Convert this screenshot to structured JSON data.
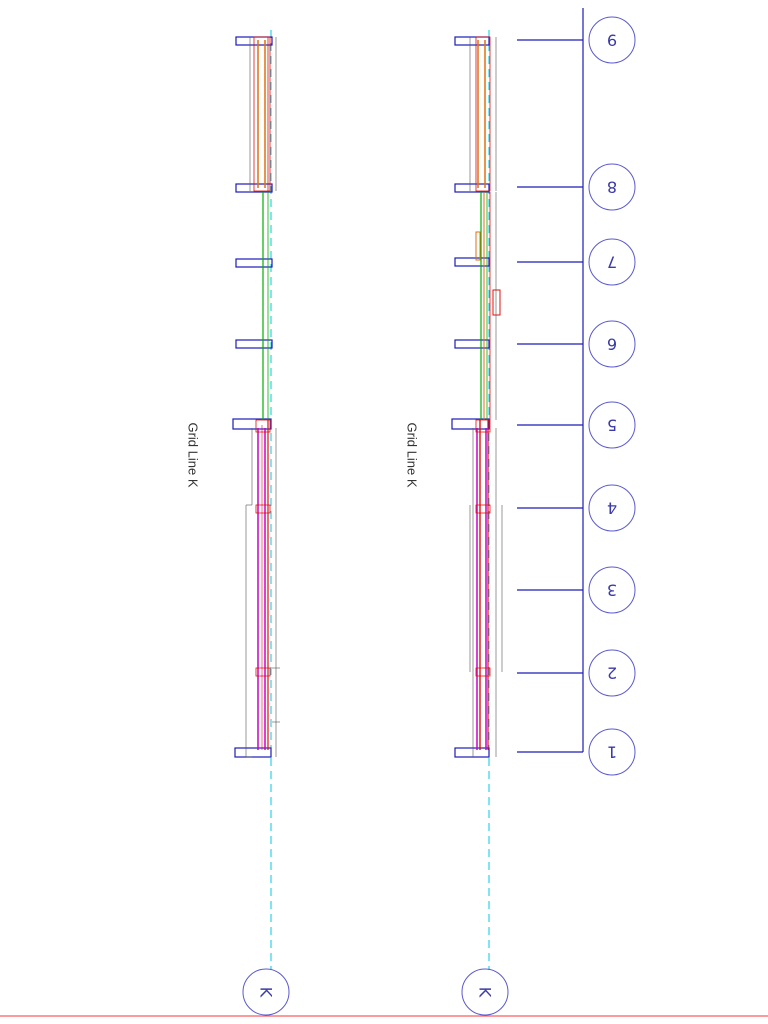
{
  "elevations": [
    {
      "title": "Grid Line K"
    },
    {
      "title": "Grid Line K"
    }
  ],
  "grid_bubbles": [
    "9",
    "8",
    "7",
    "6",
    "5",
    "4",
    "3",
    "2",
    "1"
  ],
  "grid_bubble_bottom": [
    "K",
    "K"
  ],
  "colors": {
    "grid_blue": "#1c1cb8",
    "bubble_blue": "#5a5ad0",
    "red": "#e01010",
    "magenta": "#cc00cc",
    "orange": "#e07010",
    "green": "#00b000",
    "cyan": "#00c8e6",
    "dim_gray": "#555555",
    "border_red": "#ff3030"
  }
}
